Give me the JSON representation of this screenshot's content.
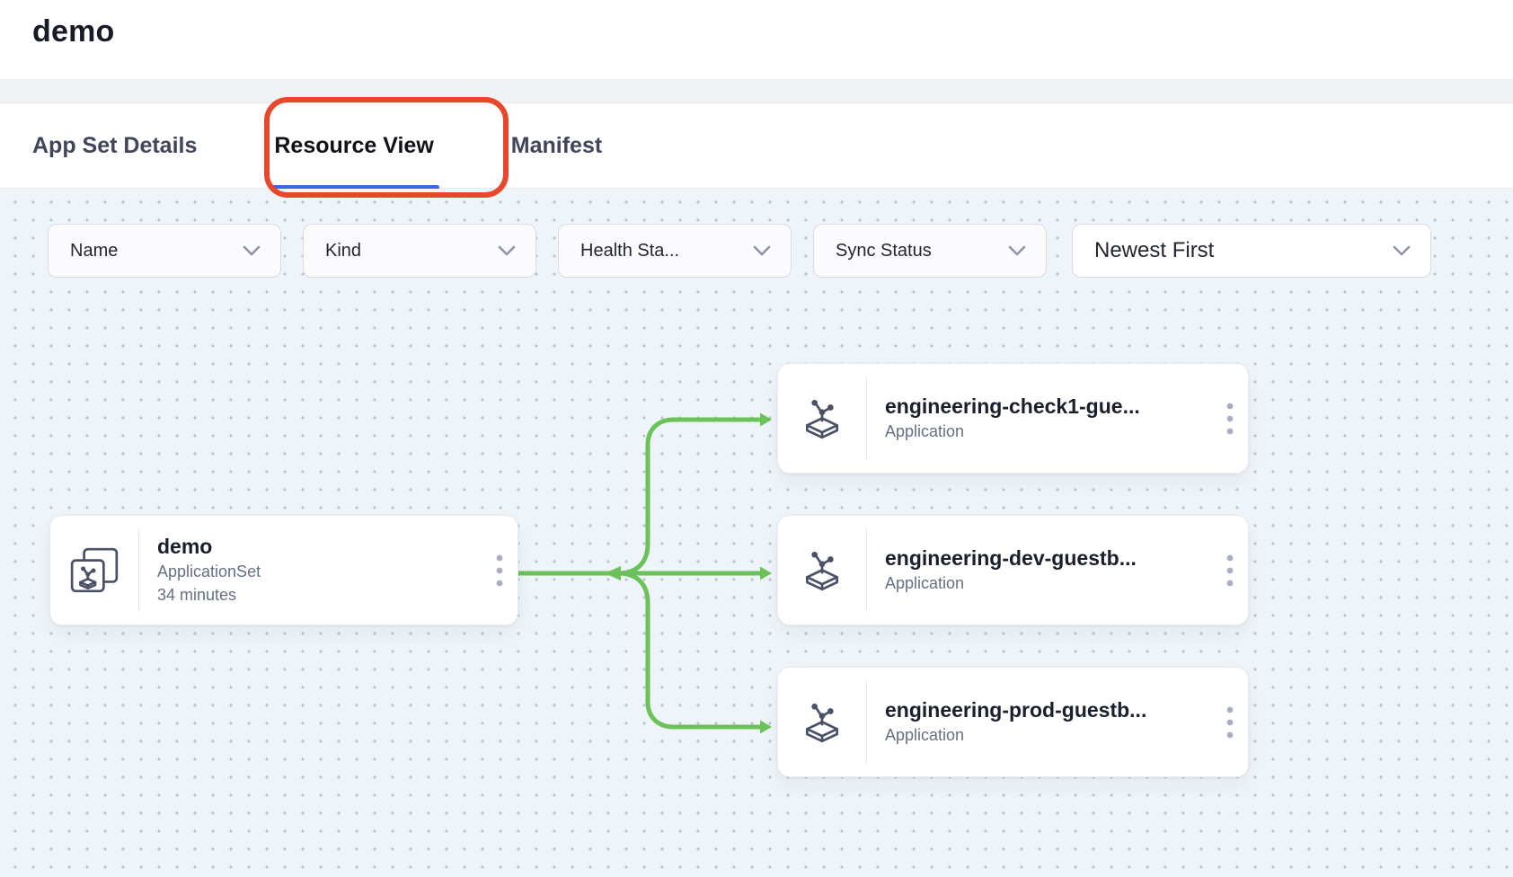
{
  "header": {
    "title": "demo"
  },
  "tabs": [
    {
      "label": "App Set Details",
      "active": false
    },
    {
      "label": "Resource View",
      "active": true
    },
    {
      "label": "Manifest",
      "active": false
    }
  ],
  "filters": [
    {
      "label": "Name"
    },
    {
      "label": "Kind"
    },
    {
      "label": "Health Sta..."
    },
    {
      "label": "Sync Status"
    }
  ],
  "sort": {
    "label": "Newest First"
  },
  "graph": {
    "root": {
      "title": "demo",
      "kind": "ApplicationSet",
      "age": "34 minutes"
    },
    "children": [
      {
        "title": "engineering-check1-gue...",
        "kind": "Application"
      },
      {
        "title": "engineering-dev-guestb...",
        "kind": "Application"
      },
      {
        "title": "engineering-prod-guestb...",
        "kind": "Application"
      }
    ]
  },
  "colors": {
    "edge_green": "#6bc25a",
    "tab_underline_blue": "#2f6be4",
    "annotation_red": "#e9472c",
    "canvas_bg": "#eef4f7",
    "canvas_dot": "#b7c0cb"
  },
  "icons": {
    "root_icon": "applicationset-icon",
    "child_icon": "application-icon",
    "menu_icon": "kebab-menu-icon",
    "dropdown_icon": "chevron-down-icon"
  }
}
